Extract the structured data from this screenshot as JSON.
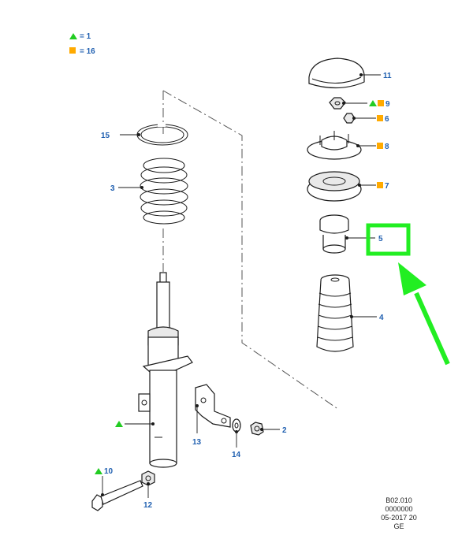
{
  "colors": {
    "callout_text": "#1f5fb0",
    "triangle_marker": "#22cc22",
    "square_marker": "#ffaa00",
    "highlight": "#22ee22"
  },
  "legend": [
    {
      "marker": "green-triangle",
      "label": "= 1"
    },
    {
      "marker": "orange-square",
      "label": "= 16"
    }
  ],
  "callouts": {
    "c11": "11",
    "c9": "9",
    "c6": "6",
    "c8": "8",
    "c7": "7",
    "c5": "5",
    "c4": "4",
    "c15": "15",
    "c3": "3",
    "c2": "2",
    "c13": "13",
    "c14": "14",
    "c10": "10",
    "c12": "12"
  },
  "reference": {
    "line1": "B02.010",
    "line2": "0000000",
    "line3": "05-2017 20",
    "line4": "GE"
  }
}
